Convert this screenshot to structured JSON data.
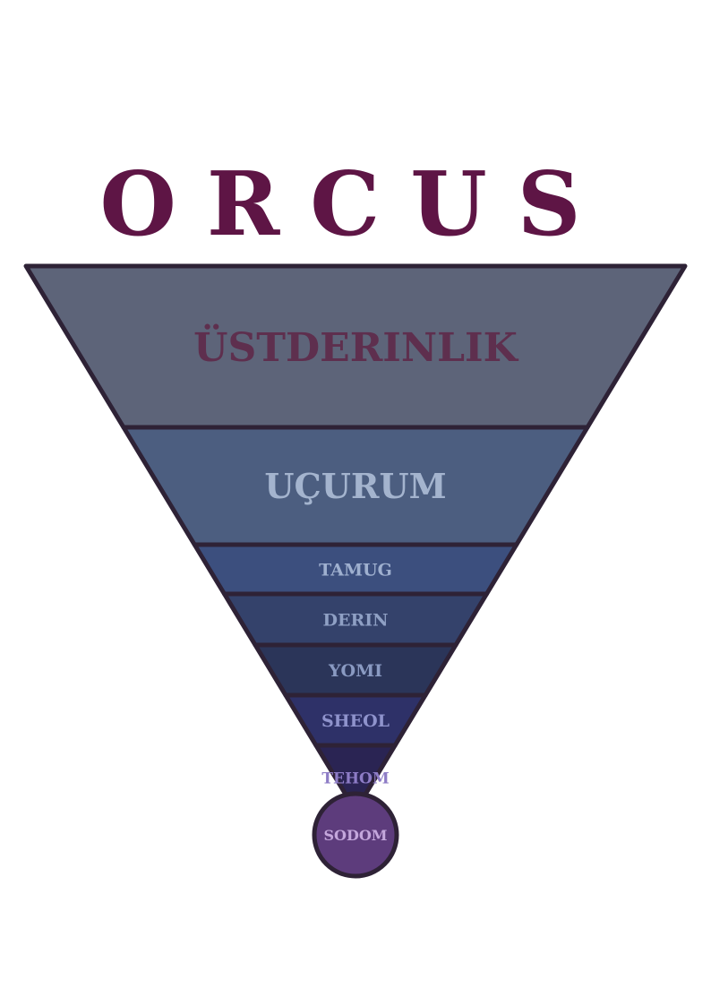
{
  "title": "ORCUS",
  "colors": {
    "title": "#5e1545",
    "outline": "#2e2236",
    "background": "#ffffff"
  },
  "layers": [
    {
      "label": "ÜSTDERINLIK",
      "fill": "#5d6479",
      "text_color": "#5e2f4e"
    },
    {
      "label": "UÇURUM",
      "fill": "#4c5e80",
      "text_color": "#a4b4ce"
    },
    {
      "label": "TAMUG",
      "fill": "#3c4f7e",
      "text_color": "#9fb0cf"
    },
    {
      "label": "DERIN",
      "fill": "#34426b",
      "text_color": "#8fa0c4"
    },
    {
      "label": "YOMI",
      "fill": "#2b3559",
      "text_color": "#8a9ac2"
    },
    {
      "label": "SHEOL",
      "fill": "#2e3168",
      "text_color": "#8f93cc"
    },
    {
      "label": "TEHOM",
      "fill": "#2a2453",
      "text_color": "#8d7cc6"
    }
  ],
  "core": {
    "label": "SODOM",
    "fill": "#5d3c7c",
    "text_color": "#c4a7dc"
  }
}
